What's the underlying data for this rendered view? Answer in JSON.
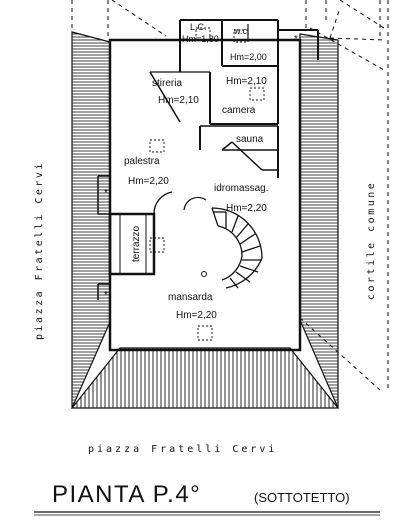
{
  "rooms": {
    "lc_label": "L.C.",
    "lc_height": "Hm=1,80",
    "wc_label": "w.c.",
    "wc_height": "Hm=2,00",
    "stireria_label": "stireria",
    "stireria_height": "Hm=2,10",
    "camera_height": "Hm=2,10",
    "camera_label": "camera",
    "sauna_label": "sauna",
    "palestra_label": "palestra",
    "palestra_height": "Hm=2,20",
    "idromassag_label": "idromassag.",
    "idromassag_height": "Hm=2,20",
    "terrazzo_label": "terrazzo",
    "mansarda_label": "mansarda",
    "mansarda_height": "Hm=2,20"
  },
  "streets": {
    "left": "piazza Fratelli Cervi",
    "right": "cortile comune",
    "bottom": "piazza Fratelli Cervi"
  },
  "title": {
    "main": "PIANTA P.4°",
    "sub": "(SOTTOTETTO)"
  },
  "colors": {
    "ink": "#111111",
    "paper": "#ffffff"
  }
}
